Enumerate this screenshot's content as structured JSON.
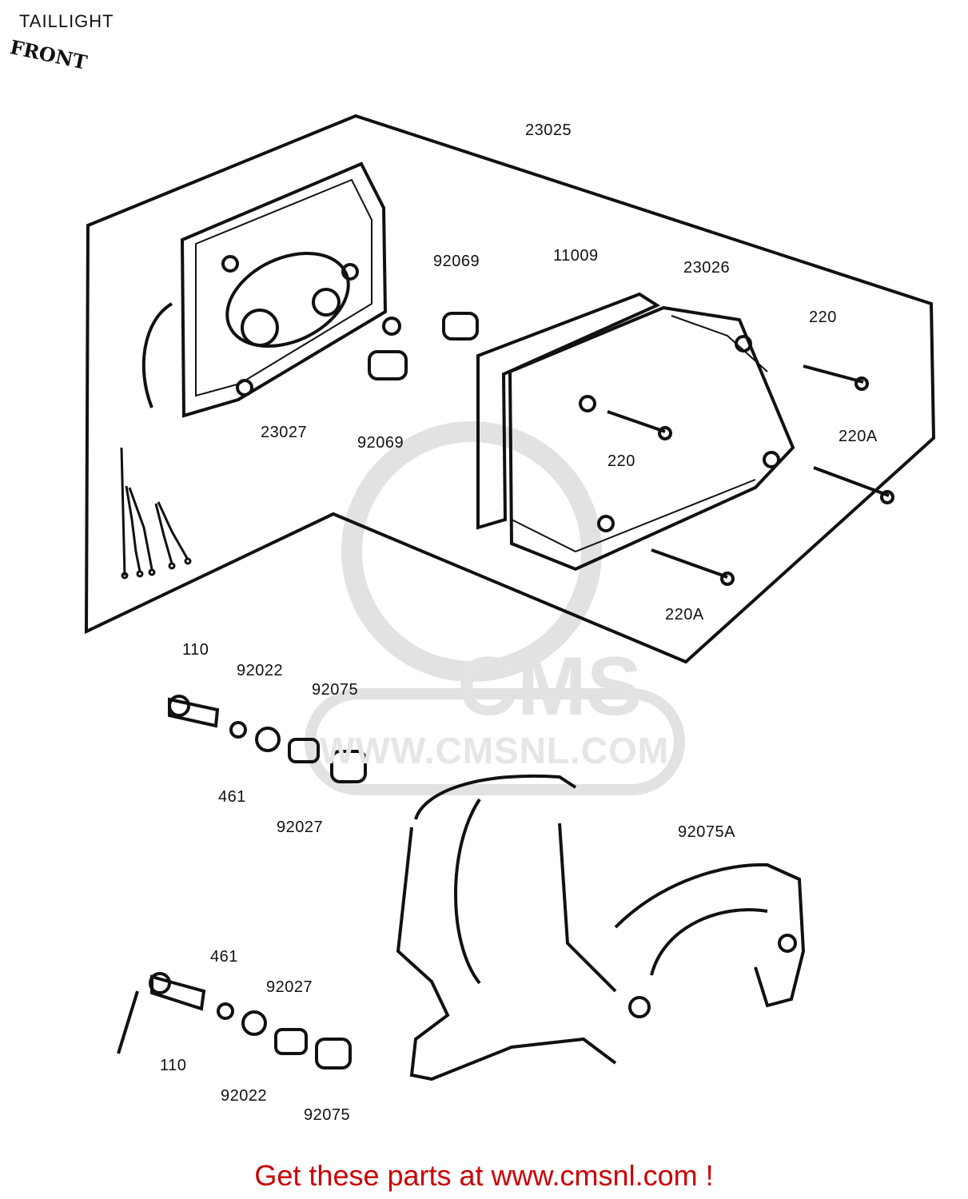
{
  "page_title": "TAILLIGHT",
  "front_tag": "FRONT",
  "watermark": {
    "logo": "CMS",
    "url": "WWW.CMSNL.COM"
  },
  "part_numbers": [
    "23025",
    "92069",
    "11009",
    "23026",
    "220",
    "23027",
    "92069",
    "220A",
    "220",
    "220A",
    "110",
    "92022",
    "92075",
    "461",
    "92027",
    "92075A",
    "461",
    "92027",
    "110",
    "92022",
    "92075"
  ],
  "footer_text": "Get these parts at www.cmsnl.com !"
}
